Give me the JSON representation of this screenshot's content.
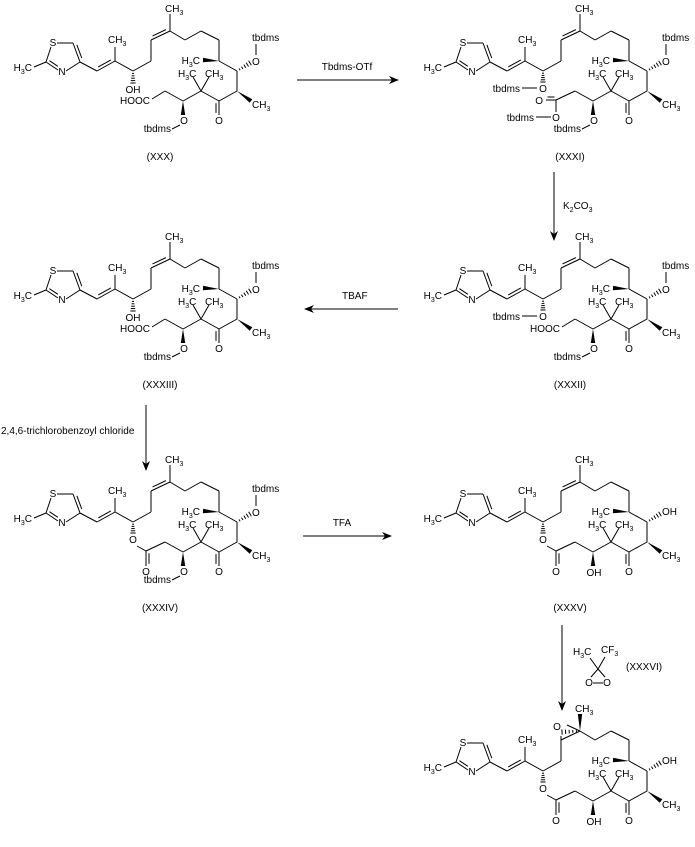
{
  "scheme": {
    "compounds": [
      {
        "id": "XXX",
        "caption": "(XXX)",
        "c15_group": "OH",
        "c3_group": "tbdms",
        "c7_group": "tbdms",
        "terminus": "HOOC",
        "ring": "open",
        "epoxide": false
      },
      {
        "id": "XXXI",
        "caption": "(XXXI)",
        "c15_group": "tbdms",
        "c3_group": "tbdms",
        "c7_group": "tbdms",
        "terminus": "silyl-ester",
        "ring": "open",
        "epoxide": false
      },
      {
        "id": "XXXII",
        "caption": "(XXXII)",
        "c15_group": "tbdms",
        "c3_group": "tbdms",
        "c7_group": "tbdms",
        "terminus": "HOOC",
        "ring": "open",
        "epoxide": false
      },
      {
        "id": "XXXIII",
        "caption": "(XXXIII)",
        "c15_group": "OH",
        "c3_group": "tbdms",
        "c7_group": "tbdms",
        "terminus": "HOOC",
        "ring": "open",
        "epoxide": false
      },
      {
        "id": "XXXIV",
        "caption": "(XXXIV)",
        "c15_group": "lactone",
        "c3_group": "tbdms",
        "c7_group": "tbdms",
        "terminus": "lactone",
        "ring": "closed",
        "epoxide": false
      },
      {
        "id": "XXXV",
        "caption": "(XXXV)",
        "c15_group": "lactone",
        "c3_group": "OH",
        "c7_group": "OH",
        "terminus": "lactone",
        "ring": "closed",
        "epoxide": false
      },
      {
        "id": "product",
        "caption": "",
        "c15_group": "lactone",
        "c3_group": "OH",
        "c7_group": "OH",
        "terminus": "lactone",
        "ring": "closed",
        "epoxide": true
      }
    ],
    "reagents": [
      {
        "from": "XXX",
        "to": "XXXI",
        "label": "Tbdms-OTf",
        "direction": "right"
      },
      {
        "from": "XXXI",
        "to": "XXXII",
        "label": "K2CO3",
        "direction": "down"
      },
      {
        "from": "XXXII",
        "to": "XXXIII",
        "label": "TBAF",
        "direction": "left"
      },
      {
        "from": "XXXIII",
        "to": "XXXIV",
        "label": "2,4,6-trichlorobenzoyl chloride",
        "direction": "down"
      },
      {
        "from": "XXXIV",
        "to": "XXXV",
        "label": "TFA",
        "direction": "right"
      },
      {
        "from": "XXXV",
        "to": "product",
        "label": "(XXXVI)",
        "direction": "down"
      }
    ],
    "atom_labels": {
      "S": "S",
      "N": "N",
      "O": "O",
      "H": "H",
      "C": "C",
      "CH": "CH",
      "H3C_H": "H",
      "sub3": "3",
      "OH": "OH",
      "HOOC": "HOOC",
      "tbdms": "tbdms",
      "CF": "CF",
      "K": "K",
      "sub2": "2",
      "CO": "CO"
    },
    "dioxirane": {
      "left": "H3C",
      "right": "CF3",
      "caption": "(XXXVI)"
    }
  }
}
